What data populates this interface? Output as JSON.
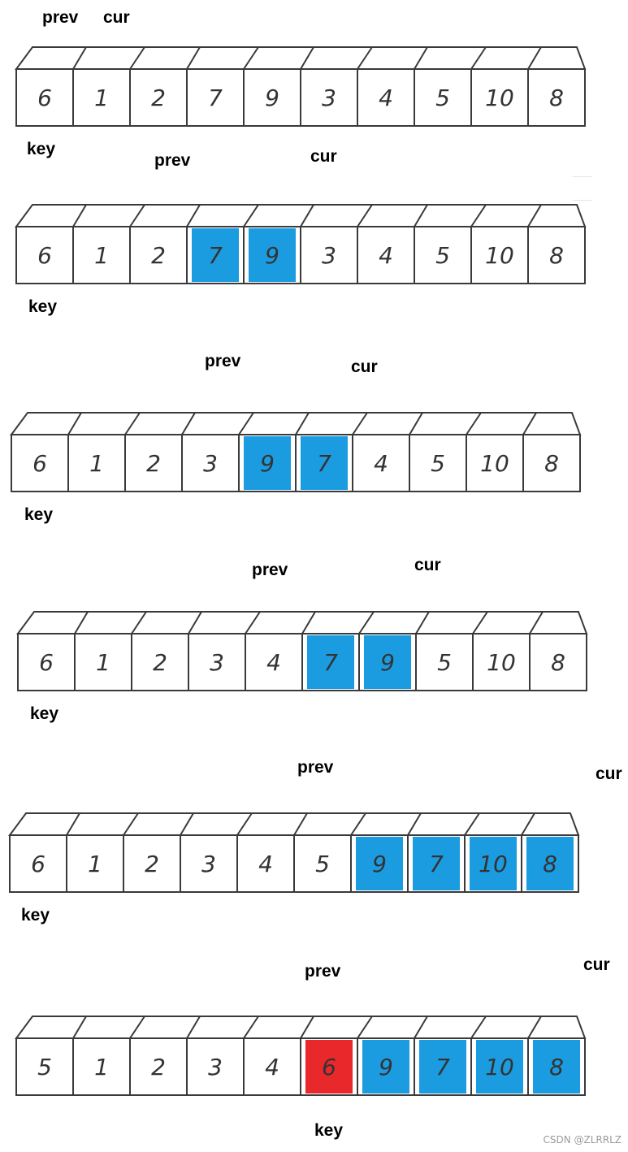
{
  "rows": [
    {
      "prev_label": "prev",
      "cur_label": "cur",
      "key_label": "key",
      "cells": [
        {
          "value": "6",
          "color": "none"
        },
        {
          "value": "1",
          "color": "none"
        },
        {
          "value": "2",
          "color": "none"
        },
        {
          "value": "7",
          "color": "none"
        },
        {
          "value": "9",
          "color": "none"
        },
        {
          "value": "3",
          "color": "none"
        },
        {
          "value": "4",
          "color": "none"
        },
        {
          "value": "5",
          "color": "none"
        },
        {
          "value": "10",
          "color": "none"
        },
        {
          "value": "8",
          "color": "none"
        }
      ]
    },
    {
      "prev_label": "prev",
      "cur_label": "cur",
      "key_label": "key",
      "cells": [
        {
          "value": "6",
          "color": "none"
        },
        {
          "value": "1",
          "color": "none"
        },
        {
          "value": "2",
          "color": "none"
        },
        {
          "value": "7",
          "color": "blue"
        },
        {
          "value": "9",
          "color": "blue"
        },
        {
          "value": "3",
          "color": "none"
        },
        {
          "value": "4",
          "color": "none"
        },
        {
          "value": "5",
          "color": "none"
        },
        {
          "value": "10",
          "color": "none"
        },
        {
          "value": "8",
          "color": "none"
        }
      ]
    },
    {
      "prev_label": "prev",
      "cur_label": "cur",
      "key_label": "key",
      "cells": [
        {
          "value": "6",
          "color": "none"
        },
        {
          "value": "1",
          "color": "none"
        },
        {
          "value": "2",
          "color": "none"
        },
        {
          "value": "3",
          "color": "none"
        },
        {
          "value": "9",
          "color": "blue"
        },
        {
          "value": "7",
          "color": "blue"
        },
        {
          "value": "4",
          "color": "none"
        },
        {
          "value": "5",
          "color": "none"
        },
        {
          "value": "10",
          "color": "none"
        },
        {
          "value": "8",
          "color": "none"
        }
      ]
    },
    {
      "prev_label": "prev",
      "cur_label": "cur",
      "key_label": "key",
      "cells": [
        {
          "value": "6",
          "color": "none"
        },
        {
          "value": "1",
          "color": "none"
        },
        {
          "value": "2",
          "color": "none"
        },
        {
          "value": "3",
          "color": "none"
        },
        {
          "value": "4",
          "color": "none"
        },
        {
          "value": "7",
          "color": "blue"
        },
        {
          "value": "9",
          "color": "blue"
        },
        {
          "value": "5",
          "color": "none"
        },
        {
          "value": "10",
          "color": "none"
        },
        {
          "value": "8",
          "color": "none"
        }
      ]
    },
    {
      "prev_label": "prev",
      "cur_label": "cur",
      "key_label": "key",
      "cells": [
        {
          "value": "6",
          "color": "none"
        },
        {
          "value": "1",
          "color": "none"
        },
        {
          "value": "2",
          "color": "none"
        },
        {
          "value": "3",
          "color": "none"
        },
        {
          "value": "4",
          "color": "none"
        },
        {
          "value": "5",
          "color": "none"
        },
        {
          "value": "9",
          "color": "blue"
        },
        {
          "value": "7",
          "color": "blue"
        },
        {
          "value": "10",
          "color": "blue"
        },
        {
          "value": "8",
          "color": "blue"
        }
      ]
    },
    {
      "prev_label": "prev",
      "cur_label": "cur",
      "key_label": "key",
      "cells": [
        {
          "value": "5",
          "color": "none"
        },
        {
          "value": "1",
          "color": "none"
        },
        {
          "value": "2",
          "color": "none"
        },
        {
          "value": "3",
          "color": "none"
        },
        {
          "value": "4",
          "color": "none"
        },
        {
          "value": "6",
          "color": "red"
        },
        {
          "value": "9",
          "color": "blue"
        },
        {
          "value": "7",
          "color": "blue"
        },
        {
          "value": "10",
          "color": "blue"
        },
        {
          "value": "8",
          "color": "blue"
        }
      ]
    }
  ],
  "colors": {
    "blue": "#1c9ce0",
    "red": "#e8282a",
    "border": "#3a3a3a"
  },
  "watermark": "CSDN @ZLRRLZ"
}
